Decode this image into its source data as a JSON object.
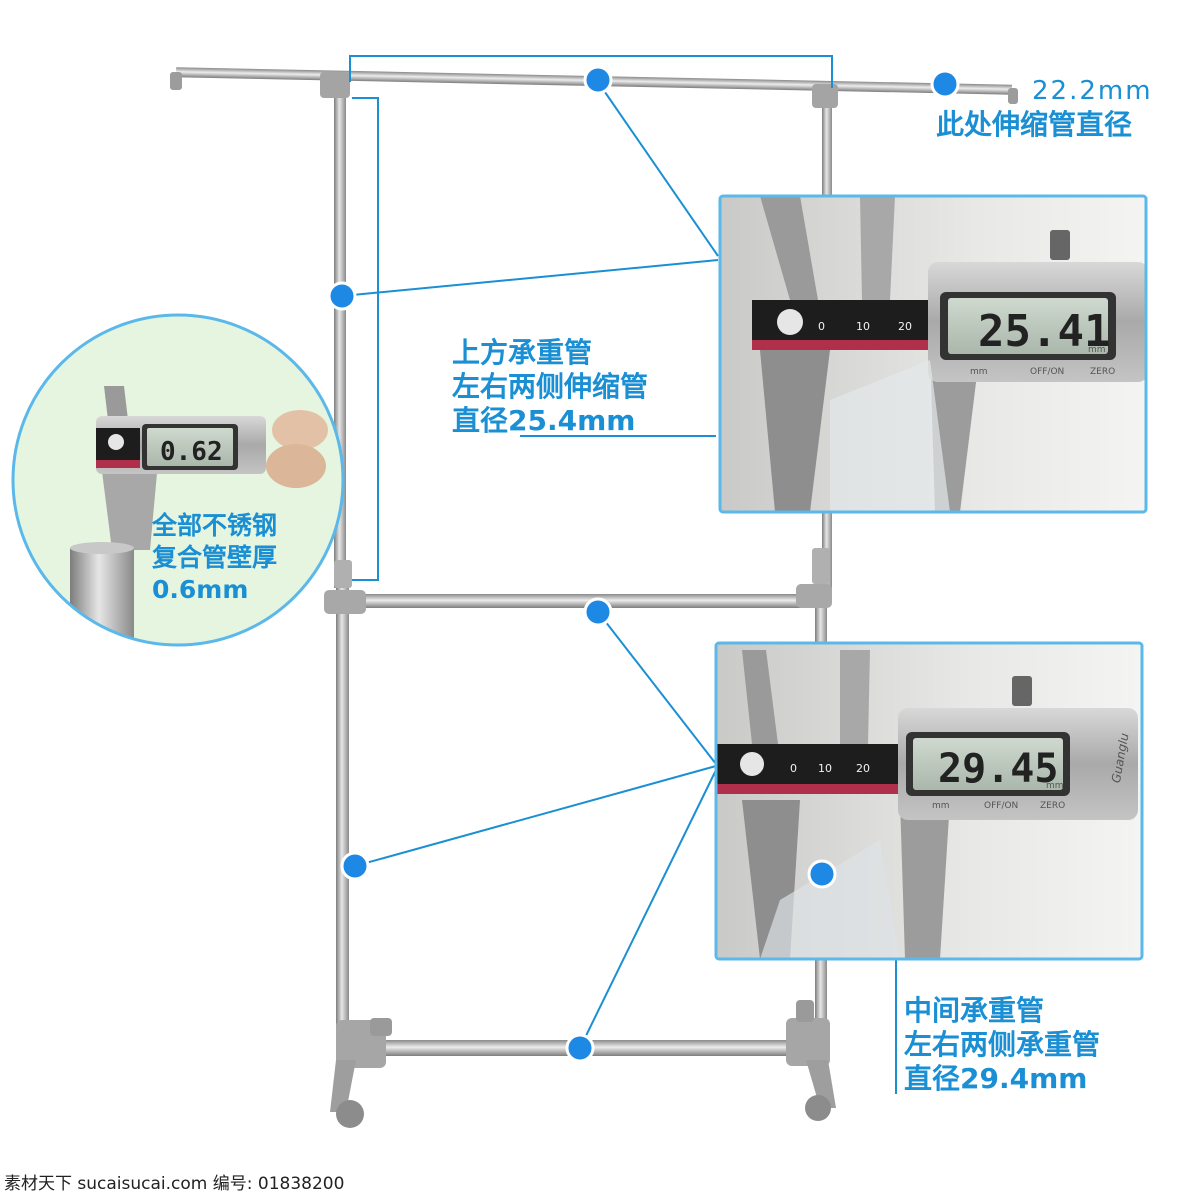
{
  "labels": {
    "top_right": [
      "22.2mm",
      "此处伸缩管直径"
    ],
    "middle": [
      "上方承重管",
      "左右两侧伸缩管",
      "直径25.4mm"
    ],
    "bottom": [
      "中间承重管",
      "左右两侧承重管",
      "直径29.4mm"
    ],
    "circle": [
      "全部不锈钢",
      "复合管壁厚",
      "0.6mm"
    ]
  },
  "caliper_readings": {
    "top": "25.41",
    "bottom": "29.45",
    "circle": "0.62",
    "unit": "mm",
    "buttons": [
      "mm",
      "OFF/ON",
      "ZERO"
    ],
    "scale_ticks": [
      "0",
      "10",
      "20"
    ],
    "brand": "Guanglu"
  },
  "footer": "素材天下 sucaisucai.com  编号: 01838200",
  "colors": {
    "accent": "#1a8fd4",
    "frame_border": "#5bb8ea",
    "dot": "#1e88e5"
  }
}
